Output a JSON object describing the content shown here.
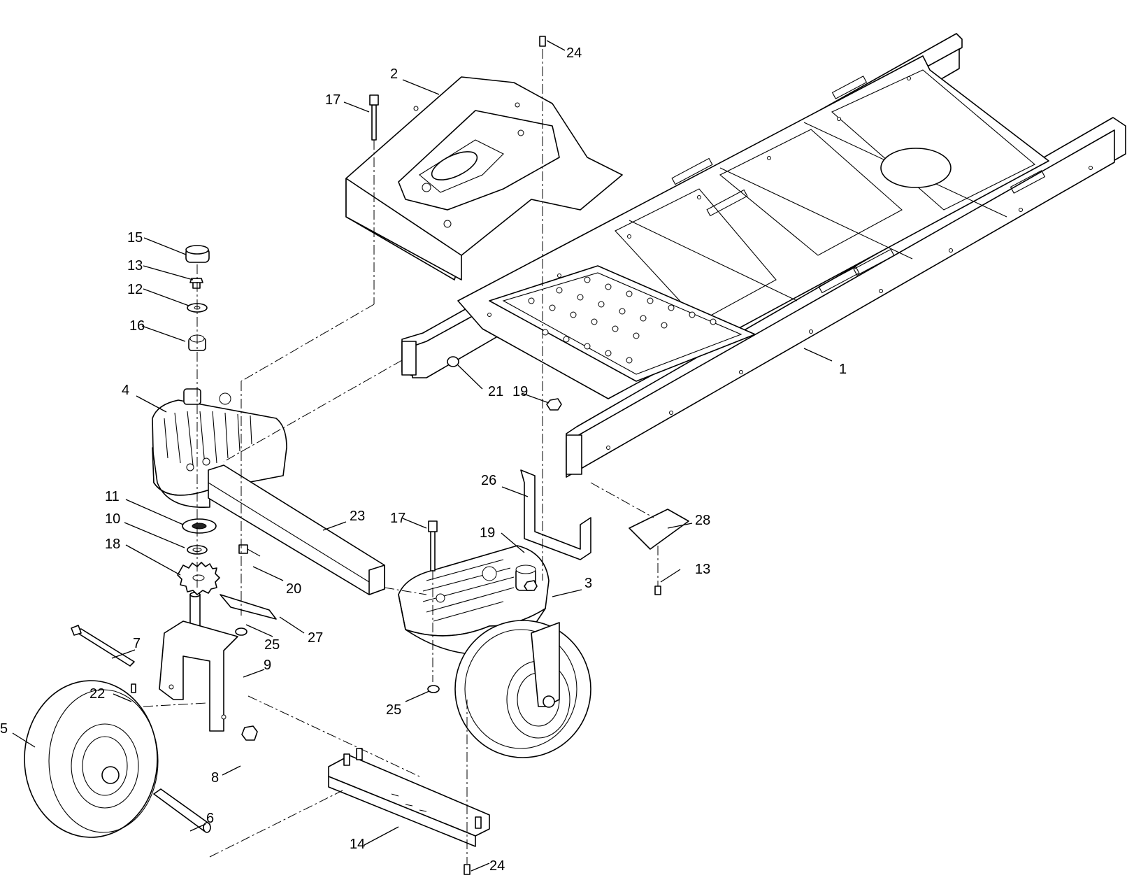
{
  "diagram": {
    "type": "exploded-parts-view",
    "callouts": [
      {
        "id": "c1",
        "label": "1"
      },
      {
        "id": "c2",
        "label": "2"
      },
      {
        "id": "c3",
        "label": "3"
      },
      {
        "id": "c4",
        "label": "4"
      },
      {
        "id": "c5",
        "label": "5"
      },
      {
        "id": "c6",
        "label": "6"
      },
      {
        "id": "c7",
        "label": "7"
      },
      {
        "id": "c8",
        "label": "8"
      },
      {
        "id": "c9",
        "label": "9"
      },
      {
        "id": "c10",
        "label": "10"
      },
      {
        "id": "c11",
        "label": "11"
      },
      {
        "id": "c12",
        "label": "12"
      },
      {
        "id": "c13a",
        "label": "13"
      },
      {
        "id": "c13b",
        "label": "13"
      },
      {
        "id": "c14",
        "label": "14"
      },
      {
        "id": "c15",
        "label": "15"
      },
      {
        "id": "c16",
        "label": "16"
      },
      {
        "id": "c17a",
        "label": "17"
      },
      {
        "id": "c17b",
        "label": "17"
      },
      {
        "id": "c18",
        "label": "18"
      },
      {
        "id": "c19a",
        "label": "19"
      },
      {
        "id": "c19b",
        "label": "19"
      },
      {
        "id": "c20",
        "label": "20"
      },
      {
        "id": "c21",
        "label": "21"
      },
      {
        "id": "c22",
        "label": "22"
      },
      {
        "id": "c23",
        "label": "23"
      },
      {
        "id": "c24a",
        "label": "24"
      },
      {
        "id": "c24b",
        "label": "24"
      },
      {
        "id": "c25a",
        "label": "25"
      },
      {
        "id": "c25b",
        "label": "25"
      },
      {
        "id": "c26",
        "label": "26"
      },
      {
        "id": "c27",
        "label": "27"
      },
      {
        "id": "c28",
        "label": "28"
      }
    ]
  }
}
